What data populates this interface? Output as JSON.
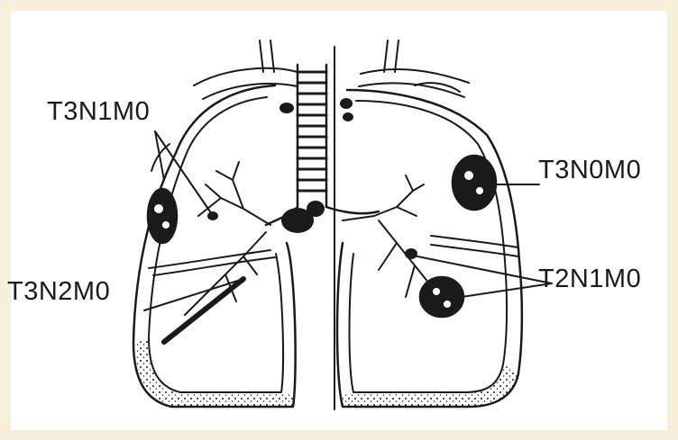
{
  "labels": {
    "left_upper": "T3N1M0",
    "left_lower": "T3N2M0",
    "right_upper": "T3N0M0",
    "right_lower": "T2N1M0"
  },
  "colors": {
    "background": "#f6efd9",
    "panel": "#ffffff",
    "ink": "#1a1a1a"
  }
}
